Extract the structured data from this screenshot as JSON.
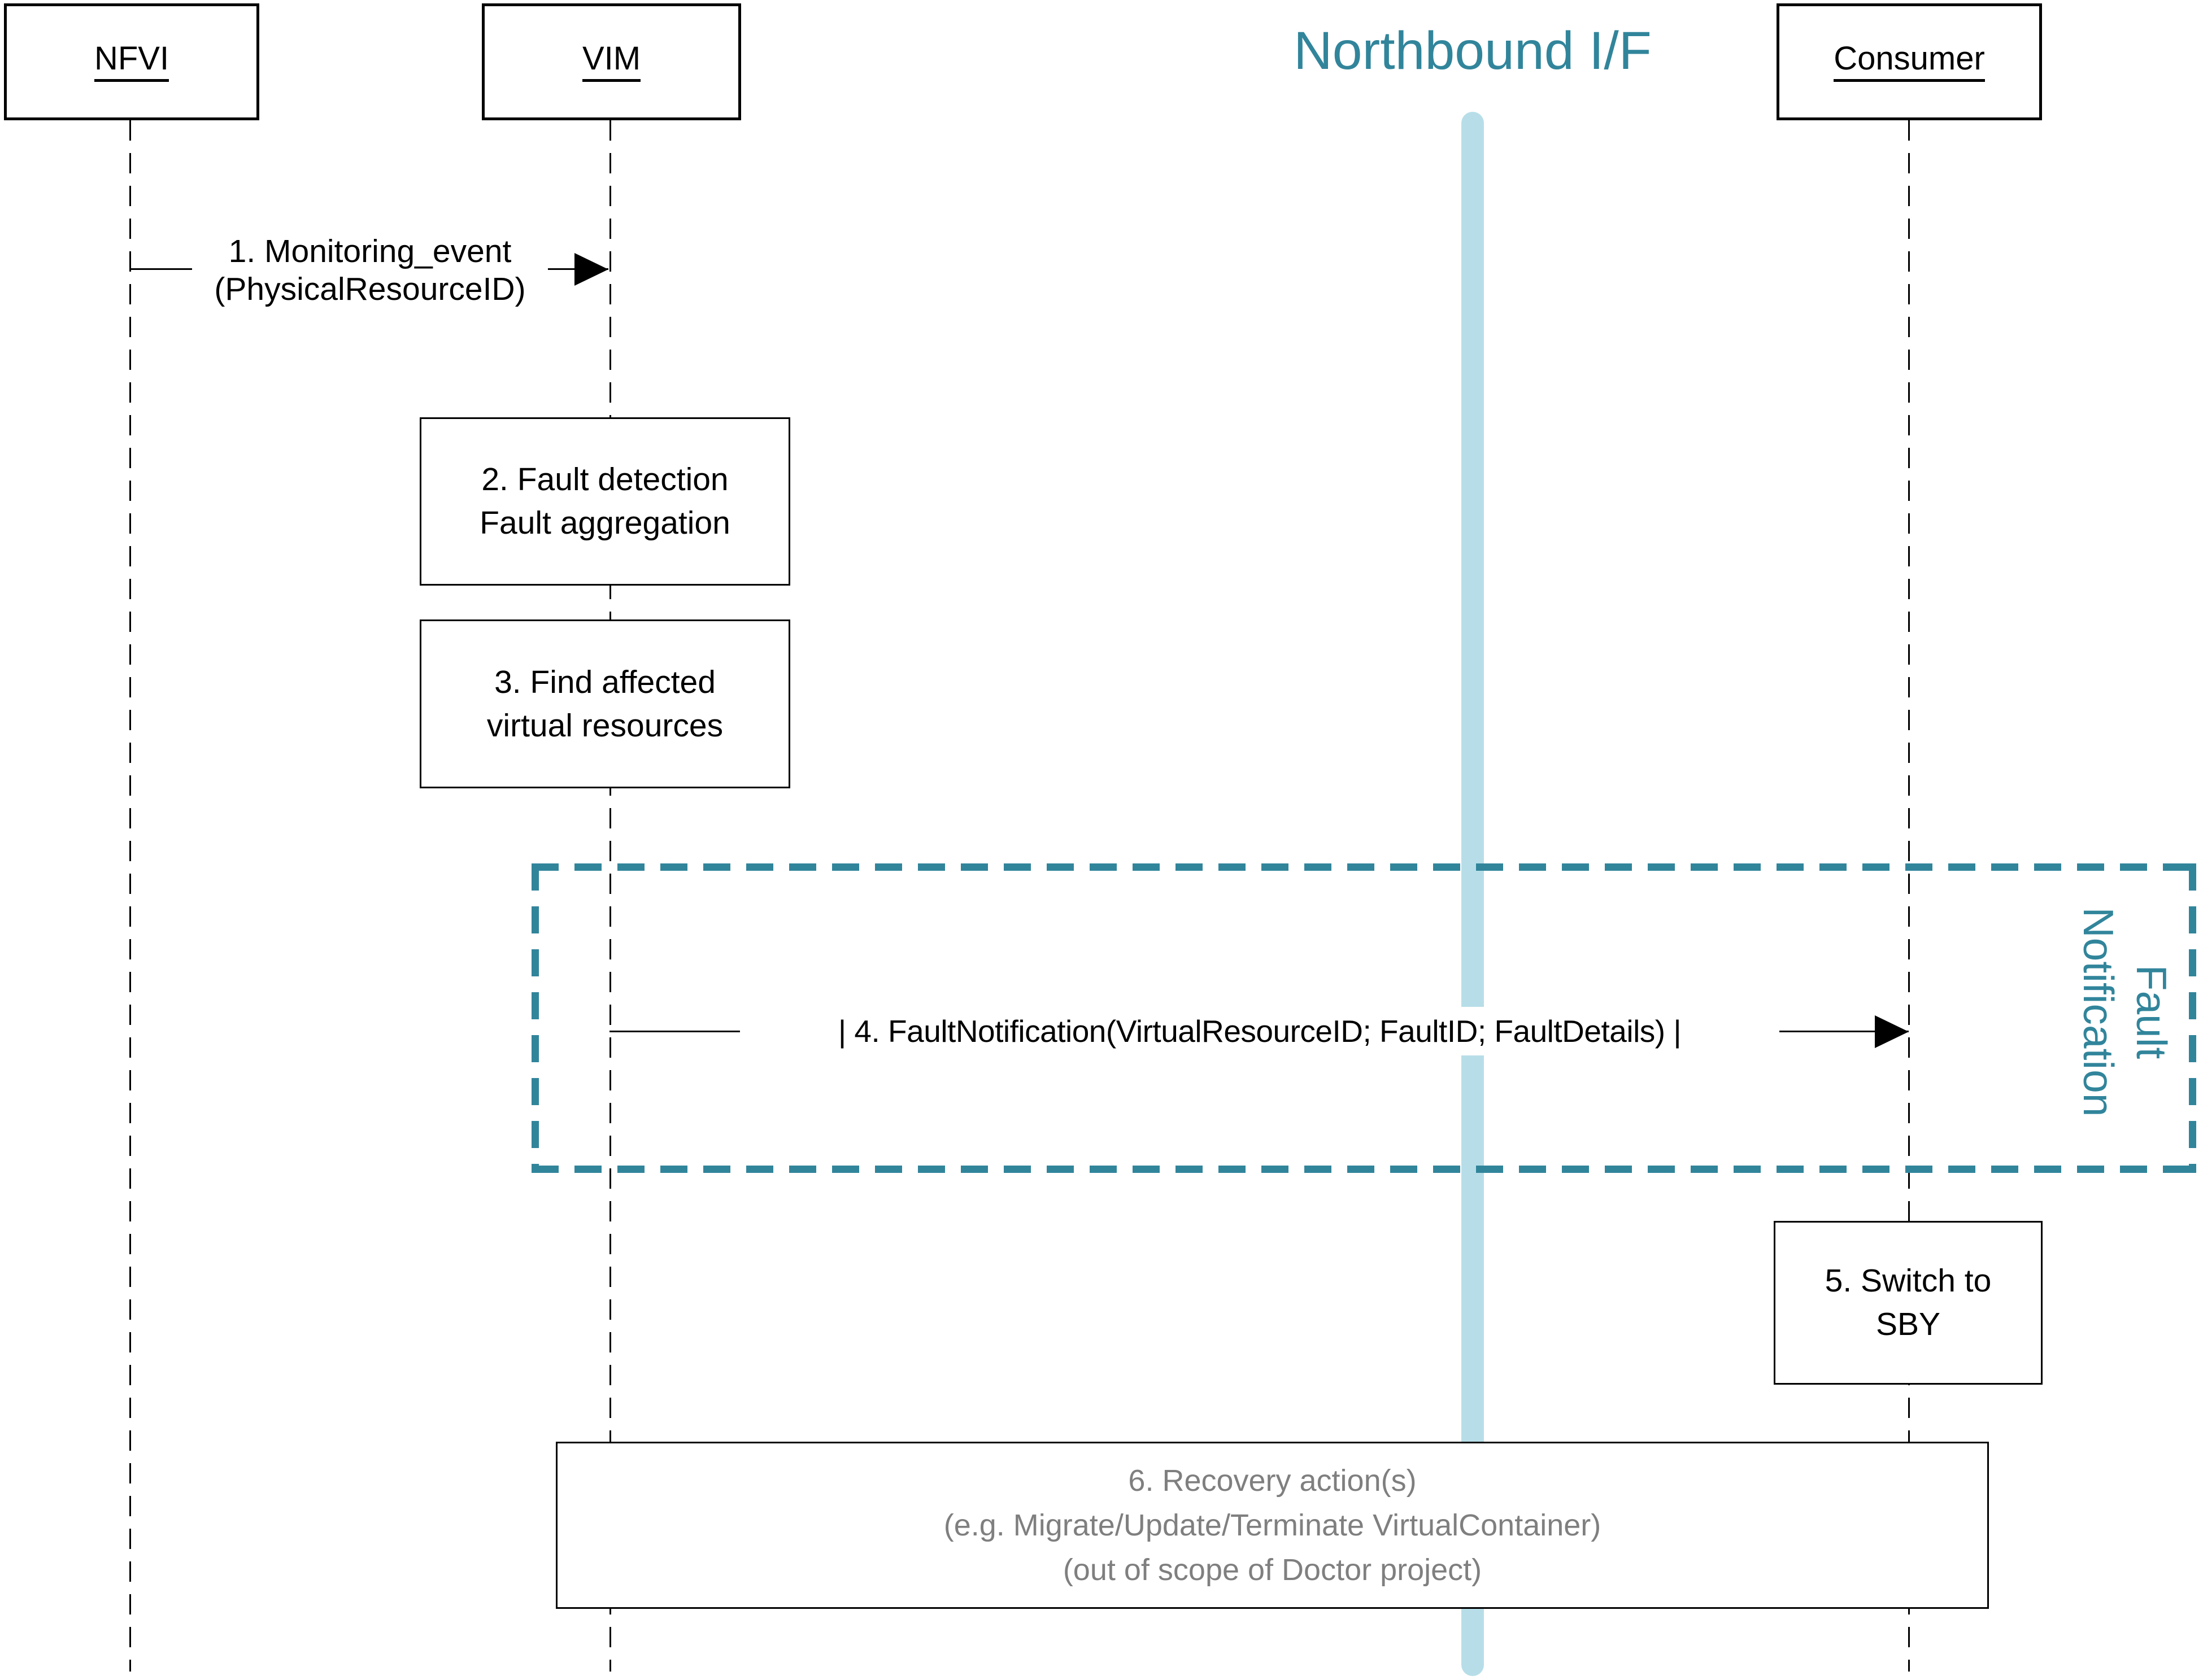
{
  "diagram": {
    "title": "Northbound I/F",
    "actors": [
      {
        "label": "NFVI"
      },
      {
        "label": "VIM"
      },
      {
        "label": "Consumer"
      }
    ],
    "messages": [
      {
        "line1": "1. Monitoring_event",
        "line2": "(PhysicalResourceID)"
      },
      {
        "label": "| 4. FaultNotification(VirtualResourceID; FaultID; FaultDetails) |"
      }
    ],
    "activities": [
      {
        "line1": "2. Fault detection",
        "line2": "Fault aggregation"
      },
      {
        "line1": "3. Find affected",
        "line2": "virtual resources"
      },
      {
        "line1": "5. Switch to",
        "line2": "SBY"
      },
      {
        "line1": "6. Recovery action(s)",
        "line2": "(e.g. Migrate/Update/Terminate VirtualContainer)",
        "line3": "(out of scope of Doctor project)"
      }
    ],
    "frame": {
      "label_line1": "Fault",
      "label_line2": "Notification"
    },
    "colors": {
      "teal": "#31859b",
      "light_blue": "#b7dee8",
      "gray_text": "#7f7f7f",
      "black": "#000000"
    }
  }
}
